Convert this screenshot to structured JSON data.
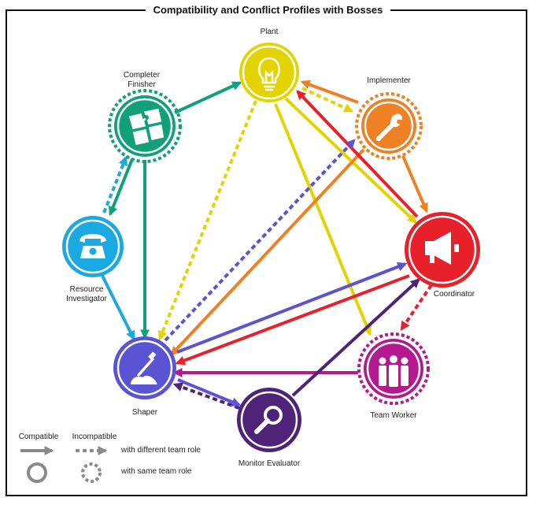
{
  "title": "Compatibility and Conflict Profiles with Bosses",
  "colors": {
    "plant": "#e3d400",
    "implementer": "#f08024",
    "coordinator": "#e8202a",
    "team_worker": "#b5198f",
    "monitor_evaluator": "#4e2378",
    "shaper": "#5a53d3",
    "resource_investigator": "#1aa9e0",
    "completer_finisher": "#12a07a",
    "legend": "#8a8a8a"
  },
  "roles": {
    "plant": {
      "label": "Plant",
      "icon": "lightbulb-icon"
    },
    "implementer": {
      "label": "Implementer",
      "icon": "wrench-icon"
    },
    "coordinator": {
      "label": "Coordinator",
      "icon": "megaphone-icon"
    },
    "team_worker": {
      "label": "Team Worker",
      "icon": "people-icon"
    },
    "monitor_evaluator": {
      "label": "Monitor Evaluator",
      "icon": "magnifier-icon"
    },
    "shaper": {
      "label": "Shaper",
      "icon": "hammer-icon"
    },
    "resource_investigator": {
      "label_line1": "Resource",
      "label_line2": "Investigator",
      "icon": "telephone-icon"
    },
    "completer_finisher": {
      "label_line1": "Completer",
      "label_line2": "Finisher",
      "icon": "puzzle-icon"
    }
  },
  "legend": {
    "compatible": "Compatible",
    "incompatible": "Incompatible",
    "different_role": "with different team role",
    "same_role": "with same team role"
  }
}
